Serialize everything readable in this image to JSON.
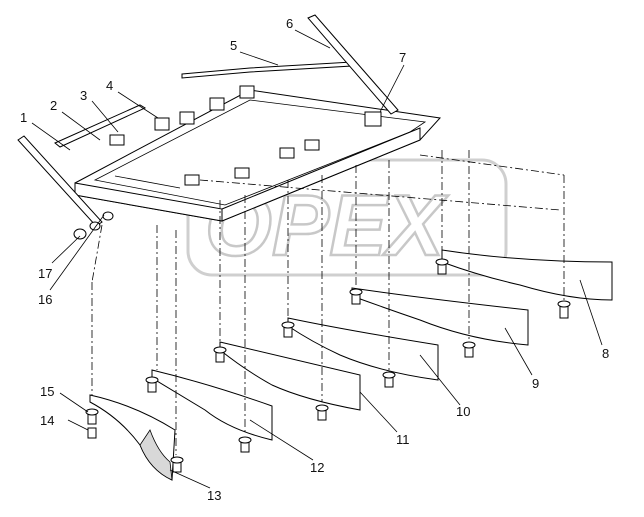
{
  "watermark": {
    "text": "OPEX"
  },
  "callouts": [
    "1",
    "2",
    "3",
    "4",
    "5",
    "6",
    "7",
    "8",
    "9",
    "10",
    "11",
    "12",
    "13",
    "14",
    "15",
    "16",
    "17"
  ]
}
